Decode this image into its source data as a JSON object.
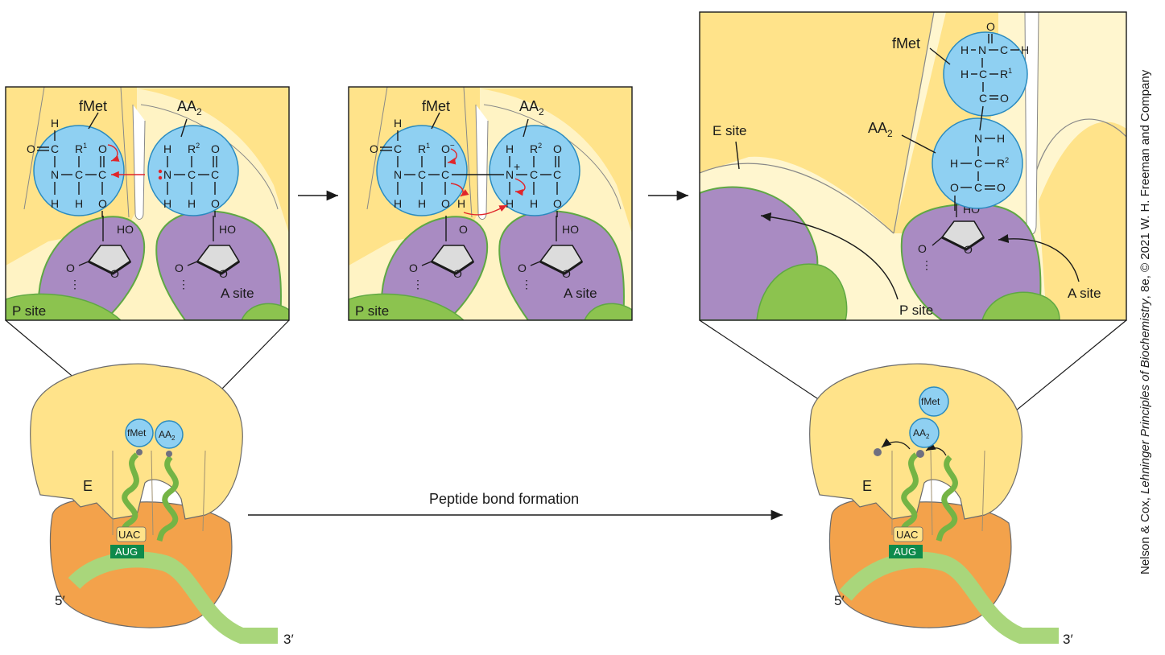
{
  "panel1": {
    "fmet": "fMet",
    "aa2": "AA",
    "aa2_sub": "2",
    "p_site": "P site",
    "a_site": "A site"
  },
  "panel2": {
    "fmet": "fMet",
    "aa2": "AA",
    "aa2_sub": "2",
    "p_site": "P site",
    "a_site": "A site"
  },
  "panel3": {
    "fmet": "fMet",
    "aa2": "AA",
    "aa2_sub": "2",
    "e_site": "E site",
    "p_site": "P site",
    "a_site": "A site"
  },
  "ribosome_left": {
    "fmet": "fMet",
    "aa2": "AA",
    "aa2_sub": "2",
    "e": "E",
    "codon": "UAC",
    "mrna": "AUG",
    "five": "5′",
    "three": "3′"
  },
  "ribosome_right": {
    "fmet": "fMet",
    "aa2": "AA",
    "aa2_sub": "2",
    "e": "E",
    "codon": "UAC",
    "mrna": "AUG",
    "five": "5′",
    "three": "3′"
  },
  "arrow_label": "Peptide bond formation",
  "credit": {
    "prefix": "Nelson & Cox, ",
    "book": "Lehninger Principles of Biochemistry",
    "suffix": ", 8e, © 2021 W. H. Freeman and Company"
  },
  "colors": {
    "yellow": "#ffe38a",
    "purple": "#a98bc2",
    "green": "#8cc34f",
    "blue": "#8fd0f2",
    "orange": "#f3a24b",
    "red": "#e0262b"
  }
}
